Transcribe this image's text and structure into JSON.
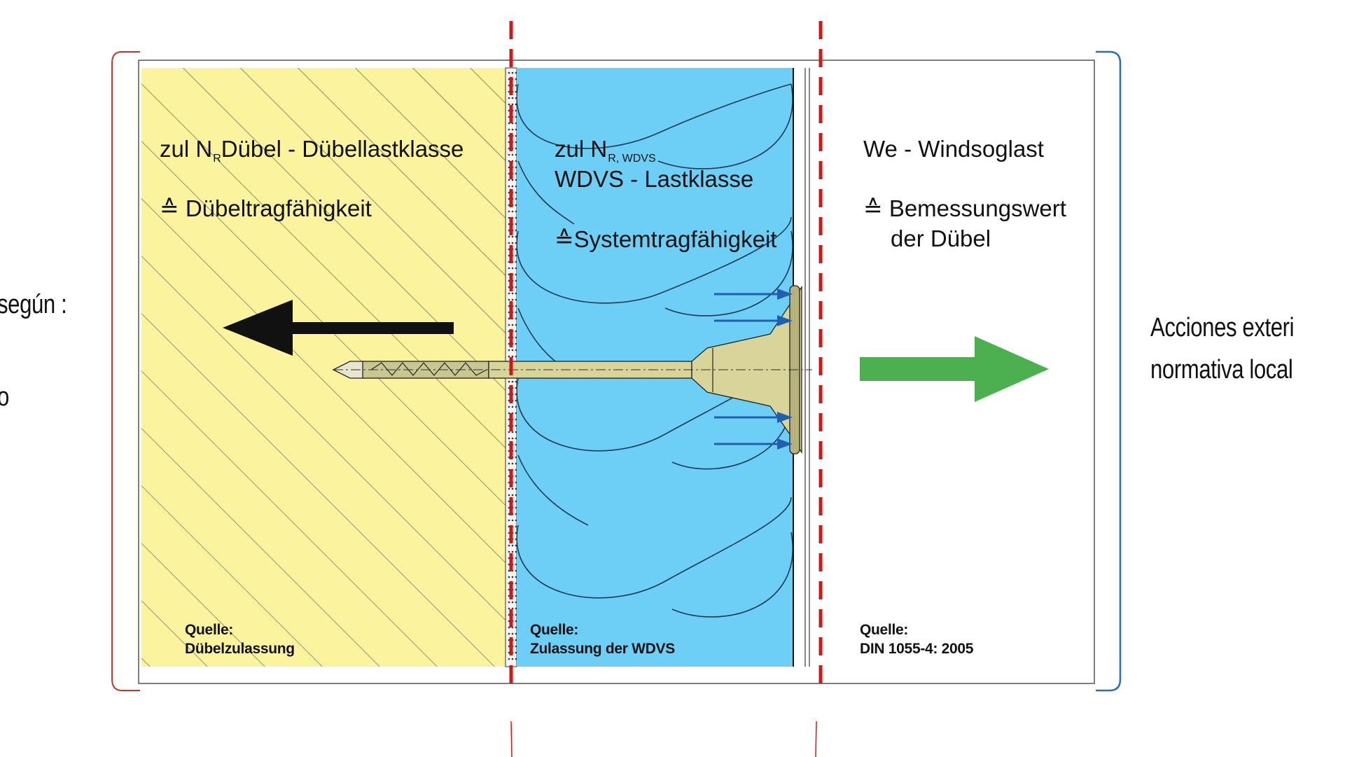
{
  "annotations": {
    "left_line1": "según :",
    "left_line2": "o",
    "right_line1": "Acciones exteri",
    "right_line2": "normativa local"
  },
  "zones": {
    "substrate": {
      "title_pre": "zul N",
      "title_sub": "R",
      "title_post": "Dübel  - Dübellastklasse",
      "capacity": "≙  Dübeltragfähigkeit",
      "source_label": "Quelle:",
      "source_value": "Dübelzulassung",
      "color": "#fbf39d"
    },
    "insulation": {
      "title_pre": "zul N",
      "title_sub": "R, WDVS",
      "title_line2": "WDVS - Lastklasse",
      "capacity": "≙Systemtragfähigkeit",
      "source_label": "Quelle:",
      "source_value": "Zulassung der WDVS",
      "color": "#6ecff6"
    },
    "exterior": {
      "title": "We  -  Windsoglast",
      "capacity_line1": "≙ Bemessungswert",
      "capacity_line2": "der Dübel",
      "source_label": "Quelle:",
      "source_value": "DIN 1055-4:  2005",
      "color": "#ffffff"
    }
  },
  "colors": {
    "bracket_left": "#c0392b",
    "bracket_right": "#2e6db4",
    "dashed_line": "#cc1a1a",
    "load_arrow": "#111111",
    "wind_arrow": "#4caf50",
    "pressure_arrows": "#1f5fae",
    "anchor": "#d8d49a"
  }
}
